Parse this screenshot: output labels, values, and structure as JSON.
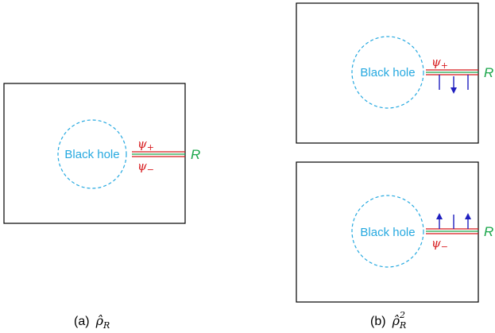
{
  "colors": {
    "frame": "#000000",
    "black_hole": "#26a9e0",
    "psi": "#d7191c",
    "radiation_line": "#1aa64a",
    "arrow": "#1f1fbf"
  },
  "panel_a": {
    "black_hole_label": "Black hole",
    "psi_plus_base": "ψ",
    "psi_plus_sub": "+",
    "psi_minus_base": "ψ",
    "psi_minus_sub": "−",
    "r_label": "R",
    "caption_prefix": "(a)",
    "caption_symbol": "ρ̂",
    "caption_sub": "R"
  },
  "panel_b_top": {
    "black_hole_label": "Black hole",
    "psi_base": "ψ",
    "psi_sub": "+",
    "r_label": "R",
    "arrow_direction": "down"
  },
  "panel_b_bottom": {
    "black_hole_label": "Black hole",
    "psi_base": "ψ",
    "psi_sub": "−",
    "r_label": "R",
    "arrow_direction": "up"
  },
  "caption_b": {
    "prefix": "(b)",
    "symbol": "ρ̂",
    "sub": "R",
    "sup": "2"
  }
}
